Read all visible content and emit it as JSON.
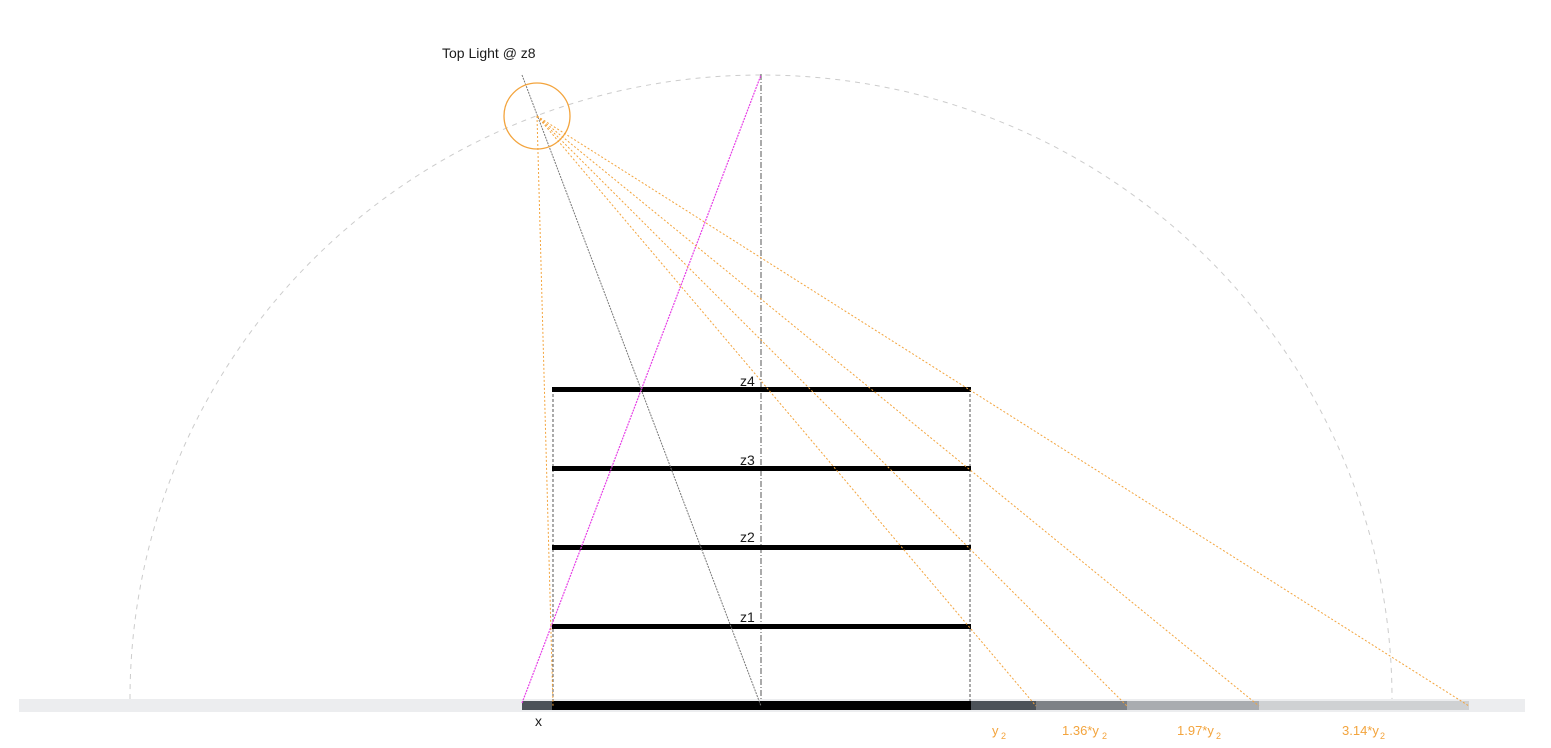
{
  "light": {
    "label": "Top Light @ z8"
  },
  "levels": [
    {
      "label": "z4"
    },
    {
      "label": "z3"
    },
    {
      "label": "z2"
    },
    {
      "label": "z1"
    }
  ],
  "ground": {
    "x_label": "x"
  },
  "shadows": [
    {
      "factor": "",
      "var": "y",
      "sub": "2"
    },
    {
      "factor": "1.36*",
      "var": "y",
      "sub": "2"
    },
    {
      "factor": "1.97*",
      "var": "y",
      "sub": "2"
    },
    {
      "factor": "3.14*",
      "var": "y",
      "sub": "2"
    }
  ],
  "colors": {
    "orange": "#f3a43d",
    "magenta": "#e63ee6",
    "floor": "#000000",
    "ground": "#ecedef",
    "shadow_1": "#4c5258",
    "shadow_2": "#7d8186",
    "shadow_3": "#a9acb0",
    "shadow_4": "#cfd1d3",
    "x_segment": "#4c5258",
    "dashed_arc": "#cccccc"
  }
}
